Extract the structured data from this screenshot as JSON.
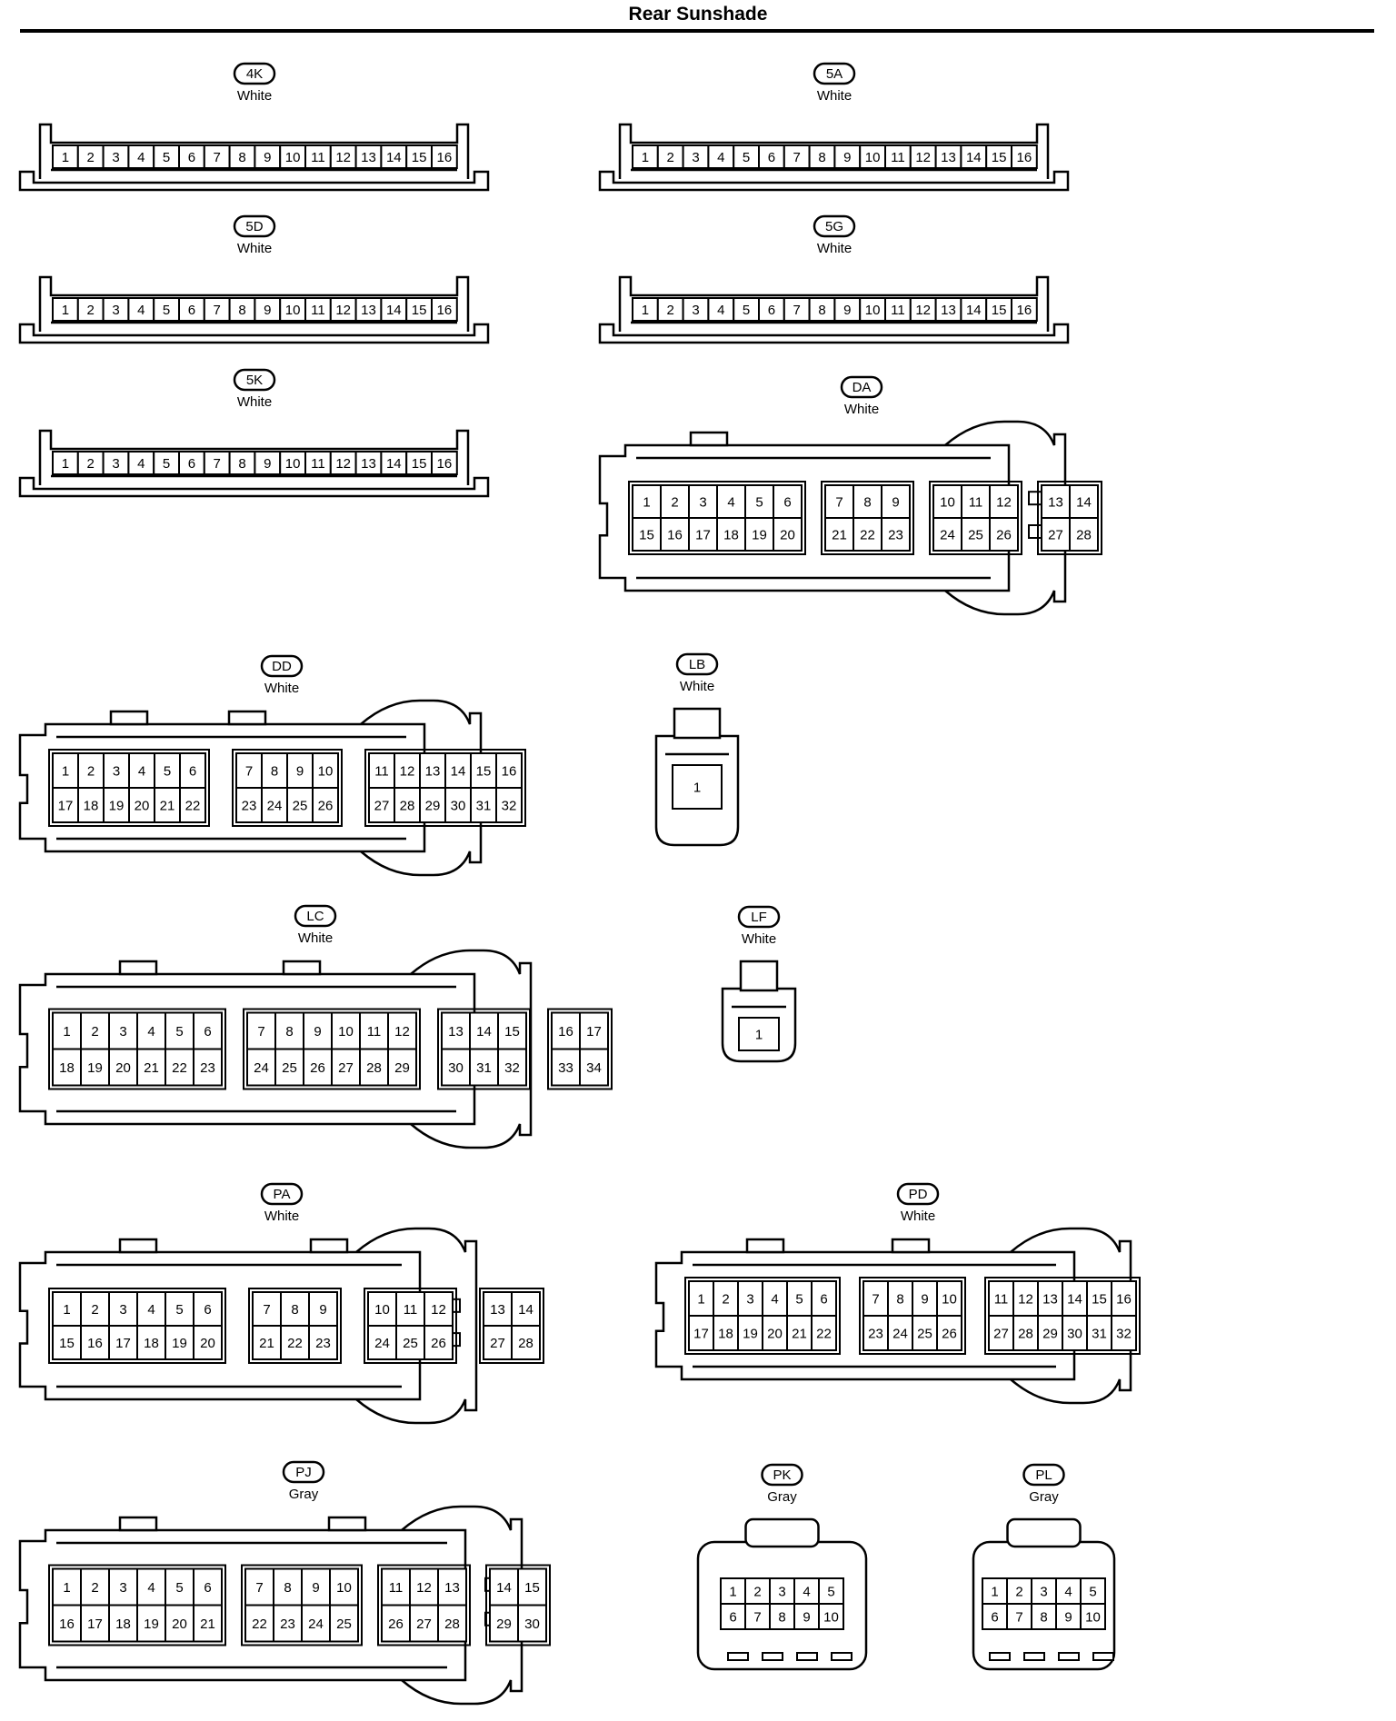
{
  "title": "Rear Sunshade",
  "connectors": [
    {
      "code": "4K",
      "color": "White",
      "type": "strip",
      "pins": 16
    },
    {
      "code": "5A",
      "color": "White",
      "type": "strip",
      "pins": 16
    },
    {
      "code": "5D",
      "color": "White",
      "type": "strip",
      "pins": 16
    },
    {
      "code": "5G",
      "color": "White",
      "type": "strip",
      "pins": 16
    },
    {
      "code": "5K",
      "color": "White",
      "type": "strip",
      "pins": 16
    },
    {
      "code": "DA",
      "color": "White",
      "type": "block",
      "groups": [
        {
          "rows": [
            [
              "1",
              "2",
              "3",
              "4",
              "5",
              "6"
            ],
            [
              "15",
              "16",
              "17",
              "18",
              "19",
              "20"
            ]
          ]
        },
        {
          "rows": [
            [
              "7",
              "8",
              "9"
            ],
            [
              "21",
              "22",
              "23"
            ]
          ]
        },
        {
          "rows": [
            [
              "10",
              "11",
              "12"
            ],
            [
              "24",
              "25",
              "26"
            ]
          ]
        },
        {
          "rows": [
            [
              "13",
              "14"
            ],
            [
              "27",
              "28"
            ]
          ]
        }
      ]
    },
    {
      "code": "DD",
      "color": "White",
      "type": "block",
      "groups": [
        {
          "rows": [
            [
              "1",
              "2",
              "3",
              "4",
              "5",
              "6"
            ],
            [
              "17",
              "18",
              "19",
              "20",
              "21",
              "22"
            ]
          ]
        },
        {
          "rows": [
            [
              "7",
              "8",
              "9",
              "10"
            ],
            [
              "23",
              "24",
              "25",
              "26"
            ]
          ]
        },
        {
          "rows": [
            [
              "11",
              "12",
              "13",
              "14",
              "15",
              "16"
            ],
            [
              "27",
              "28",
              "29",
              "30",
              "31",
              "32"
            ]
          ]
        }
      ]
    },
    {
      "code": "LB",
      "color": "White",
      "type": "single",
      "pins": 1
    },
    {
      "code": "LC",
      "color": "White",
      "type": "block",
      "groups": [
        {
          "rows": [
            [
              "1",
              "2",
              "3",
              "4",
              "5",
              "6"
            ],
            [
              "18",
              "19",
              "20",
              "21",
              "22",
              "23"
            ]
          ]
        },
        {
          "rows": [
            [
              "7",
              "8",
              "9",
              "10",
              "11",
              "12"
            ],
            [
              "24",
              "25",
              "26",
              "27",
              "28",
              "29"
            ]
          ]
        },
        {
          "rows": [
            [
              "13",
              "14",
              "15"
            ],
            [
              "30",
              "31",
              "32"
            ]
          ]
        },
        {
          "rows": [
            [
              "16",
              "17"
            ],
            [
              "33",
              "34"
            ]
          ]
        }
      ]
    },
    {
      "code": "LF",
      "color": "White",
      "type": "single",
      "pins": 1
    },
    {
      "code": "PA",
      "color": "White",
      "type": "block",
      "groups": [
        {
          "rows": [
            [
              "1",
              "2",
              "3",
              "4",
              "5",
              "6"
            ],
            [
              "15",
              "16",
              "17",
              "18",
              "19",
              "20"
            ]
          ]
        },
        {
          "rows": [
            [
              "7",
              "8",
              "9"
            ],
            [
              "21",
              "22",
              "23"
            ]
          ]
        },
        {
          "rows": [
            [
              "10",
              "11",
              "12"
            ],
            [
              "24",
              "25",
              "26"
            ]
          ]
        },
        {
          "rows": [
            [
              "13",
              "14"
            ],
            [
              "27",
              "28"
            ]
          ]
        }
      ]
    },
    {
      "code": "PD",
      "color": "White",
      "type": "block",
      "groups": [
        {
          "rows": [
            [
              "1",
              "2",
              "3",
              "4",
              "5",
              "6"
            ],
            [
              "17",
              "18",
              "19",
              "20",
              "21",
              "22"
            ]
          ]
        },
        {
          "rows": [
            [
              "7",
              "8",
              "9",
              "10"
            ],
            [
              "23",
              "24",
              "25",
              "26"
            ]
          ]
        },
        {
          "rows": [
            [
              "11",
              "12",
              "13",
              "14",
              "15",
              "16"
            ],
            [
              "27",
              "28",
              "29",
              "30",
              "31",
              "32"
            ]
          ]
        }
      ]
    },
    {
      "code": "PJ",
      "color": "Gray",
      "type": "block",
      "groups": [
        {
          "rows": [
            [
              "1",
              "2",
              "3",
              "4",
              "5",
              "6"
            ],
            [
              "16",
              "17",
              "18",
              "19",
              "20",
              "21"
            ]
          ]
        },
        {
          "rows": [
            [
              "7",
              "8",
              "9",
              "10"
            ],
            [
              "22",
              "23",
              "24",
              "25"
            ]
          ]
        },
        {
          "rows": [
            [
              "11",
              "12",
              "13"
            ],
            [
              "26",
              "27",
              "28"
            ]
          ]
        },
        {
          "rows": [
            [
              "14",
              "15"
            ],
            [
              "29",
              "30"
            ]
          ]
        }
      ]
    },
    {
      "code": "PK",
      "color": "Gray",
      "type": "small",
      "rows": [
        [
          "1",
          "2",
          "3",
          "4",
          "5"
        ],
        [
          "6",
          "7",
          "8",
          "9",
          "10"
        ]
      ]
    },
    {
      "code": "PL",
      "color": "Gray",
      "type": "small",
      "rows": [
        [
          "1",
          "2",
          "3",
          "4",
          "5"
        ],
        [
          "6",
          "7",
          "8",
          "9",
          "10"
        ]
      ]
    }
  ]
}
